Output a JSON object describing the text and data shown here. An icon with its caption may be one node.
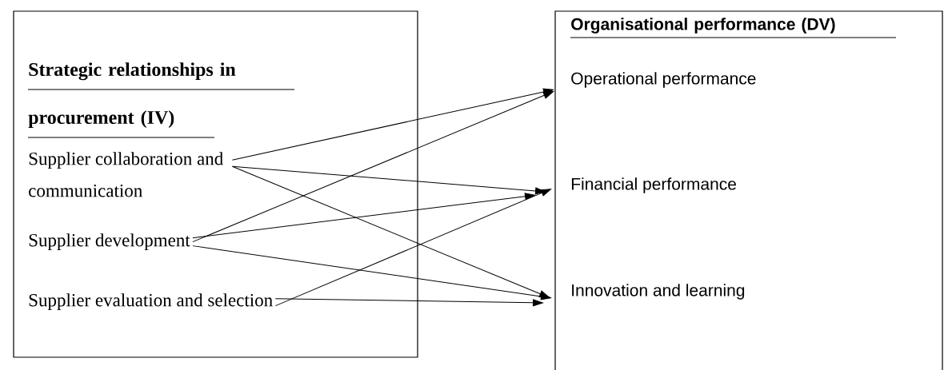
{
  "diagram": {
    "nodes": [
      {
        "text": [
          "Strategic relationships in procurement (IV)"
        ]
      },
      {
        "text": [
          "Supplier collaboration and communication"
        ],
        "in": 0
      },
      {
        "text": [
          "Supplier development"
        ],
        "in": 0
      },
      {
        "text": [
          "Supplier evaluation and selection"
        ],
        "in": 0
      },
      {
        "text": [
          "Organisational performance (DV)"
        ]
      },
      {
        "text": [
          "Operational performance"
        ],
        "in": 4
      },
      {
        "text": [
          "Financial performance"
        ],
        "in": 4
      },
      {
        "text": [
          "Innovation and learning"
        ],
        "in": 4
      }
    ],
    "edges": [
      {
        "from": 1,
        "to": 5,
        "arrow": "to"
      },
      {
        "from": 1,
        "to": 6,
        "arrow": "to"
      },
      {
        "from": 1,
        "to": 7,
        "arrow": "to"
      },
      {
        "from": 2,
        "to": 6,
        "arrow": "to"
      },
      {
        "from": 2,
        "to": 5,
        "arrow": "to"
      },
      {
        "from": 2,
        "to": 7,
        "arrow": "to"
      },
      {
        "from": 3,
        "to": 6,
        "arrow": "to"
      },
      {
        "from": 3,
        "to": 7,
        "arrow": "to"
      }
    ]
  }
}
